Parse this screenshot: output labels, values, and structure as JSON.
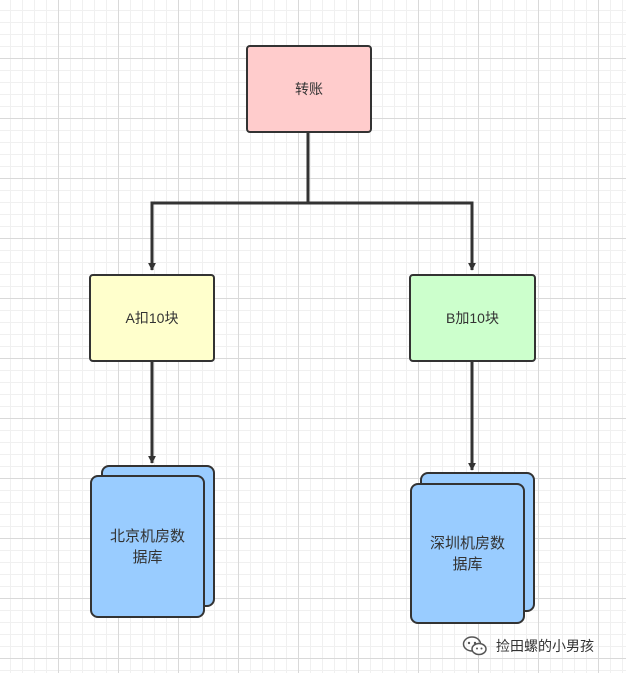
{
  "nodes": {
    "transfer": {
      "label": "转账",
      "fill": "#ffcccc"
    },
    "debit_a": {
      "label": "A扣10块",
      "fill": "#ffffcc"
    },
    "credit_b": {
      "label": "B加10块",
      "fill": "#ccffcc"
    },
    "beijing_db": {
      "label": "北京机房数据库",
      "fill": "#99ccff"
    },
    "shenzhen_db": {
      "label": "深圳机房数据库",
      "fill": "#99ccff"
    }
  },
  "edges": [
    {
      "from": "transfer",
      "to": "debit_a"
    },
    {
      "from": "transfer",
      "to": "credit_b"
    },
    {
      "from": "debit_a",
      "to": "beijing_db"
    },
    {
      "from": "credit_b",
      "to": "shenzhen_db"
    }
  ],
  "watermark": {
    "text": "捡田螺的小男孩",
    "icon": "wechat-icon"
  },
  "colors": {
    "stroke": "#333333",
    "grid": "#d9d9d9"
  }
}
